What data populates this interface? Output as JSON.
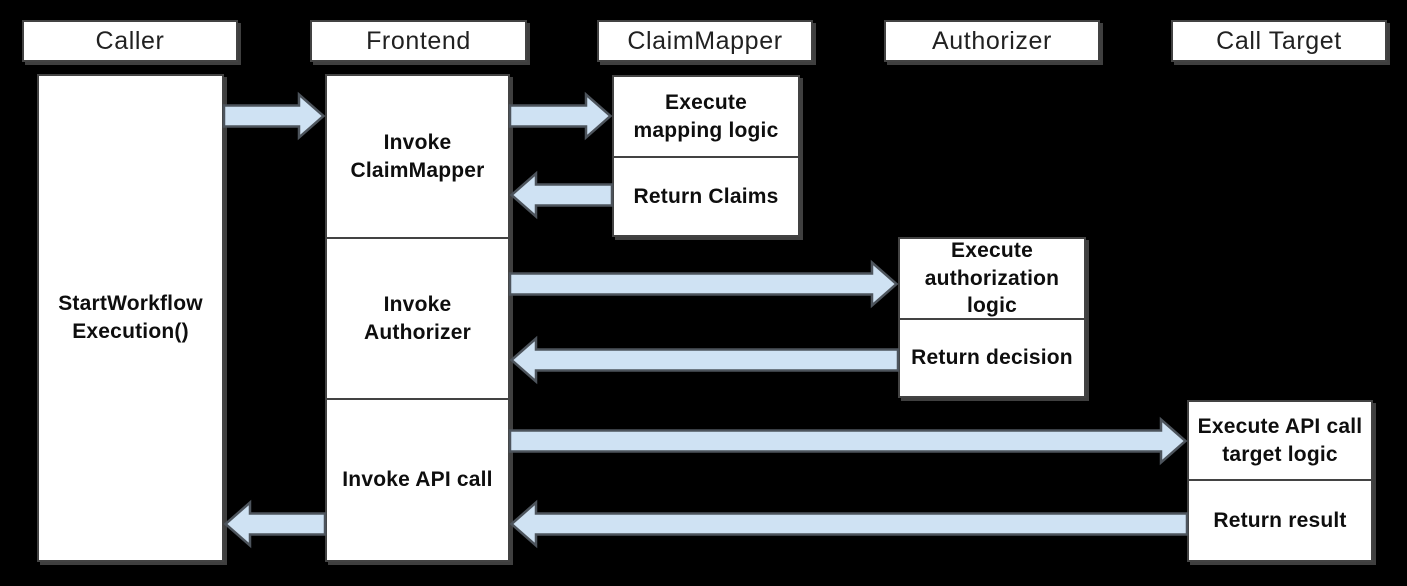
{
  "diagram": {
    "type": "sequence-diagram",
    "colors": {
      "background": "#000000",
      "box-fill": "#ffffff",
      "box-border": "#434343",
      "arrow-fill": "#cfe2f3",
      "arrow-stroke": "#4d545c"
    },
    "columns": [
      {
        "id": "caller",
        "header": "Caller",
        "boxes": [
          {
            "label": "StartWorkflow\nExecution()"
          }
        ]
      },
      {
        "id": "frontend",
        "header": "Frontend",
        "boxes": [
          {
            "label": "Invoke\nClaimMapper"
          },
          {
            "label": "Invoke\nAuthorizer"
          },
          {
            "label": "Invoke API call"
          }
        ]
      },
      {
        "id": "claim-mapper",
        "header": "ClaimMapper",
        "boxes": [
          {
            "label": "Execute\nmapping logic"
          },
          {
            "label": "Return Claims"
          }
        ]
      },
      {
        "id": "authorizer",
        "header": "Authorizer",
        "boxes": [
          {
            "label": "Execute\nauthorization\nlogic"
          },
          {
            "label": "Return decision"
          }
        ]
      },
      {
        "id": "call-target",
        "header": "Call Target",
        "boxes": [
          {
            "label": "Execute API call\ntarget logic"
          },
          {
            "label": "Return result"
          }
        ]
      }
    ],
    "flows": [
      {
        "from": "Caller",
        "to": "Frontend",
        "direction": "right"
      },
      {
        "from": "Frontend",
        "to": "ClaimMapper",
        "direction": "right"
      },
      {
        "from": "ClaimMapper",
        "to": "Frontend",
        "direction": "left"
      },
      {
        "from": "Frontend",
        "to": "Authorizer",
        "direction": "right"
      },
      {
        "from": "Authorizer",
        "to": "Frontend",
        "direction": "left"
      },
      {
        "from": "Frontend",
        "to": "Call Target",
        "direction": "right"
      },
      {
        "from": "Call Target",
        "to": "Frontend",
        "direction": "left"
      },
      {
        "from": "Frontend",
        "to": "Caller",
        "direction": "left"
      }
    ]
  }
}
